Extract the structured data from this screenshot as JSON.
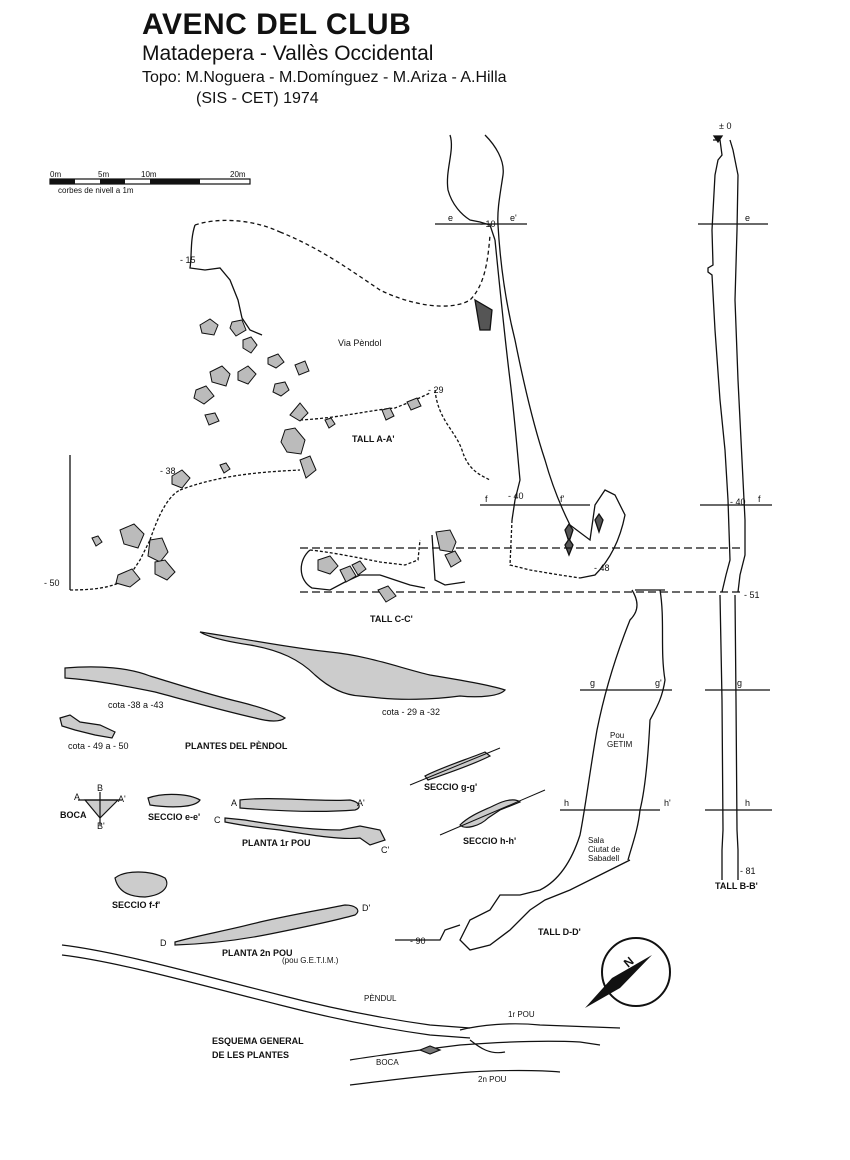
{
  "header": {
    "title": "AVENC DEL CLUB",
    "subtitle": "Matadepera - Vallès Occidental",
    "credits": "Topo: M.Noguera - M.Domínguez - M.Ariza - A.Hilla",
    "credits2": "(SIS - CET)  1974"
  },
  "scale": {
    "ticks": [
      "0m",
      "5m",
      "10m",
      "20m"
    ],
    "note": "corbes de nivell a 1m"
  },
  "depths": {
    "d0": "± 0",
    "d10": "- 10",
    "d15": "- 15",
    "d29": "- 29",
    "d38": "- 38",
    "d40a": "- 40",
    "d40b": "- 40",
    "d48": "- 48",
    "d50": "- 50",
    "d51": "- 51",
    "d81": "- 81",
    "d90": "- 90"
  },
  "section_marks": {
    "e": "e",
    "e_p": "e'",
    "e2": "e",
    "f": "f",
    "f_p": "f'",
    "f2": "f",
    "g": "g",
    "g_p": "g'",
    "g2": "g",
    "h": "h",
    "h_p": "h'",
    "h2": "h"
  },
  "labels": {
    "via_pendol": "Via Pèndol",
    "tall_aa": "TALL A-A'",
    "tall_cc": "TALL C-C'",
    "tall_bb": "TALL B-B'",
    "tall_dd": "TALL D-D'",
    "cota_38": "cota -38 a -43",
    "cota_29": "cota - 29 a -32",
    "cota_49": "cota - 49 a - 50",
    "plantes_pendol": "PLANTES DEL PÈNDOL",
    "pou_getim_1": "Pou",
    "pou_getim_2": "GETIM",
    "sala_1": "Sala",
    "sala_2": "Ciutat de",
    "sala_3": "Sabadell",
    "boca": "BOCA",
    "seccio_ee": "SECCIO e-e'",
    "seccio_ff": "SECCIO f-f'",
    "seccio_gg": "SECCIO g-g'",
    "seccio_hh": "SECCIO h-h'",
    "planta_1": "PLANTA 1r POU",
    "planta_2": "PLANTA 2n POU",
    "planta_2b": "(pou G.E.T.I.M.)",
    "esquema_1": "ESQUEMA GENERAL",
    "esquema_2": "DE LES PLANTES",
    "pendol": "PÈNDUL",
    "pou1": "1r POU",
    "pou2": "2n POU",
    "boca_small": "BOCA",
    "north": "N",
    "pt_A": "A",
    "pt_Ap": "A'",
    "pt_B": "B",
    "pt_Bp": "B'",
    "pt_A2": "A",
    "pt_A2p": "A'",
    "pt_C": "C",
    "pt_Cp": "C'",
    "pt_D": "D",
    "pt_Dp": "D'"
  }
}
